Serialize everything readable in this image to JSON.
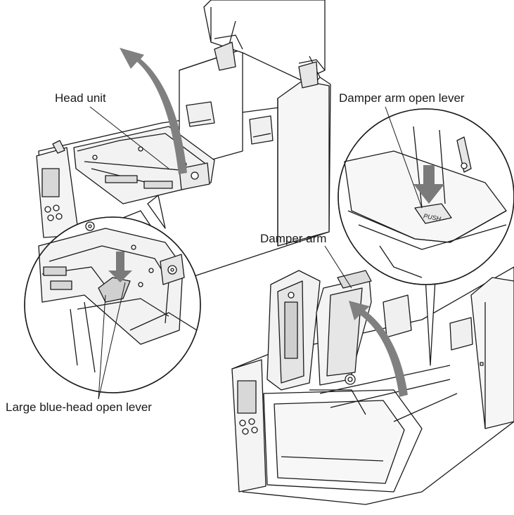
{
  "labels": {
    "head_unit": "Head unit",
    "damper_arm_open_lever": "Damper arm open lever",
    "damper_arm": "Damper arm",
    "large_blue_head_open_lever": "Large blue-head open lever",
    "push_stamp": "PUSH"
  },
  "colors": {
    "line": "#1a1a1a",
    "arrow": "#808080",
    "body": "#ffffff",
    "shade": "#e6e6e6",
    "dark": "#9a9a9a"
  },
  "icons": {
    "open_arrow": "curved-arrow-icon",
    "press_arrow": "down-arrow-icon"
  }
}
